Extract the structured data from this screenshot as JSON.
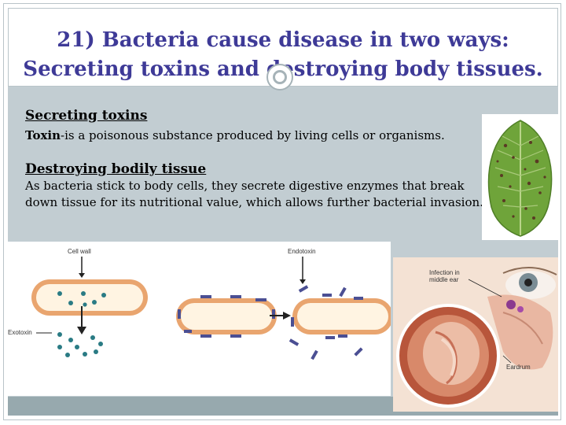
{
  "slide": {
    "title_line1": "21)  Bacteria cause disease in two ways:",
    "title_line2": "Secreting toxins and destroying body tissues.",
    "section1_heading": "Secreting toxins",
    "section1_term": "Toxin",
    "section1_text": "-is a poisonous substance produced by living cells or organisms.",
    "section2_heading": "Destroying bodily tissue",
    "section2_line1": "As bacteria stick to body cells, they secrete digestive enzymes that break",
    "section2_line2": "down tissue for its nutritional value, which allows further bacterial invasion.",
    "colors": {
      "title": "#3e3a97",
      "content_bg": "#c2cdd2",
      "footer": "#97a9ae"
    }
  },
  "diagram": {
    "label_cell_wall": "Cell wall",
    "label_endotoxin": "Endotoxin",
    "label_exotoxin": "Exotoxin"
  },
  "ear_image": {
    "label_infection_line1": "Infection in",
    "label_infection_line2": "middle ear",
    "label_eardrum": "Eardrum"
  },
  "images": {
    "leaf": "leaf-with-bacterial-spots",
    "ear": "middle-ear-infection-illustration"
  }
}
